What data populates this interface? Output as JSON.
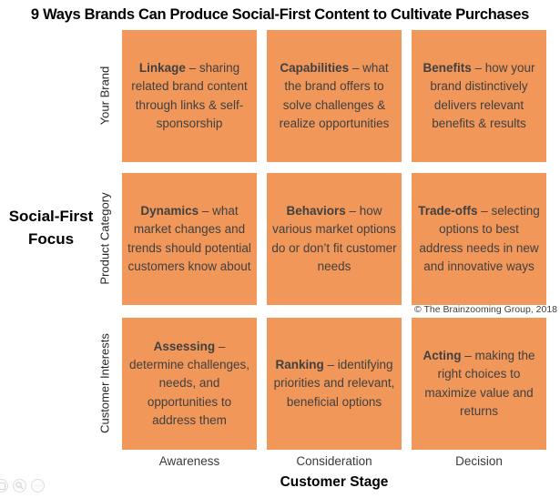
{
  "title": "9 Ways Brands Can Produce Social-First Content to Cultivate Purchases",
  "y_axis": {
    "label_line1": "Social-First",
    "label_line2": "Focus",
    "row_labels": [
      "Your Brand",
      "Product Category",
      "Customer Interests"
    ]
  },
  "x_axis": {
    "label": "Customer Stage",
    "columns": [
      "Awareness",
      "Consideration",
      "Decision"
    ]
  },
  "grid": {
    "rows": [
      {
        "row_label": "Your Brand",
        "cells": [
          {
            "keyword": "Linkage",
            "desc": "– sharing related brand content through links & self-sponsorship"
          },
          {
            "keyword": "Capabilities",
            "desc": "– what the brand offers to solve challenges & realize opportunities"
          },
          {
            "keyword": "Benefits",
            "desc": "– how your brand distinctively delivers relevant benefits & results"
          }
        ]
      },
      {
        "row_label": "Product Category",
        "cells": [
          {
            "keyword": "Dynamics",
            "desc": "– what market changes and trends should potential customers know about"
          },
          {
            "keyword": "Behaviors",
            "desc": "– how various market options do or don’t fit customer needs"
          },
          {
            "keyword": "Trade-offs",
            "desc": "– selecting options to best address needs in new and innovative ways"
          }
        ]
      },
      {
        "row_label": "Customer Interests",
        "cells": [
          {
            "keyword": "Assessing",
            "desc": "– determine challenges, needs, and opportunities to address them"
          },
          {
            "keyword": "Ranking",
            "desc": "– identifying priorities and relevant, beneficial options"
          },
          {
            "keyword": "Acting",
            "desc": "– making the right choices to maximize value and returns"
          }
        ]
      }
    ]
  },
  "copyright": "© The Brainzooming Group, 2018",
  "footer_icons": [
    "image-icon",
    "magnifier-icon",
    "ellipsis-icon"
  ],
  "colors": {
    "cell_background": "#F1975A",
    "cell_text": "#404040",
    "title_text": "#000000"
  }
}
